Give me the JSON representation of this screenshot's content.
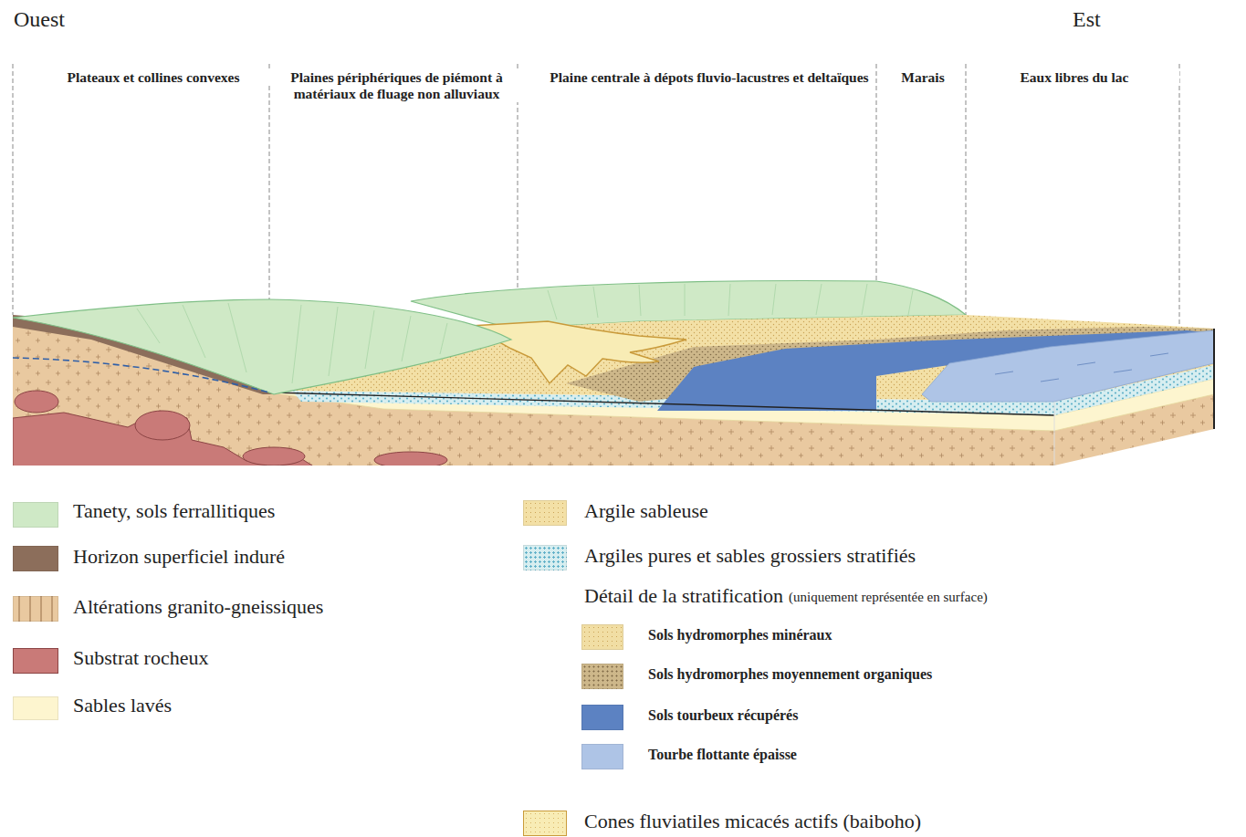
{
  "diagram": {
    "labels": [
      "Ouest",
      "Est",
      "Plateaux et collines convexes",
      "Plaines périphériques de piémont à matériaux de fluage non alluviaux",
      "Plaine centrale à dépots fluvio-lacustres et deltaïques",
      "Marais",
      "Eaux libres du lac",
      "Détail de la stratification",
      "(uniquement représentée en surface)"
    ],
    "legend": [
      {
        "text": "Tanety, sols ferrallitiques",
        "color": "#cfe9c6"
      },
      {
        "text": "Horizon superficiel induré",
        "color": "#8c6e5b"
      },
      {
        "text": "Altérations granito-gneissiques",
        "color": "#e9c9a0"
      },
      {
        "text": "Substrat rocheux",
        "color": "#c97a78"
      },
      {
        "text": "Sables lavés",
        "color": "#fdf5cf"
      },
      {
        "text": "Argile sableuse",
        "color": "#f3e0a6"
      },
      {
        "text": "Argiles pures et sables grossiers stratifiés",
        "color": "#d7eef0"
      },
      {
        "text": "Sols hydromorphes minéraux",
        "color": "#f1dea4"
      },
      {
        "text": "Sols hydromorphes moyennement organiques",
        "color": "#cdb78a"
      },
      {
        "text": "Sols tourbeux récupérés",
        "color": "#5c82c2"
      },
      {
        "text": "Tourbe flottante épaisse",
        "color": "#aec4e6"
      },
      {
        "text": "Cones fluviatiles micacés actifs (baiboho)",
        "color": "#f8ecb5"
      }
    ]
  }
}
